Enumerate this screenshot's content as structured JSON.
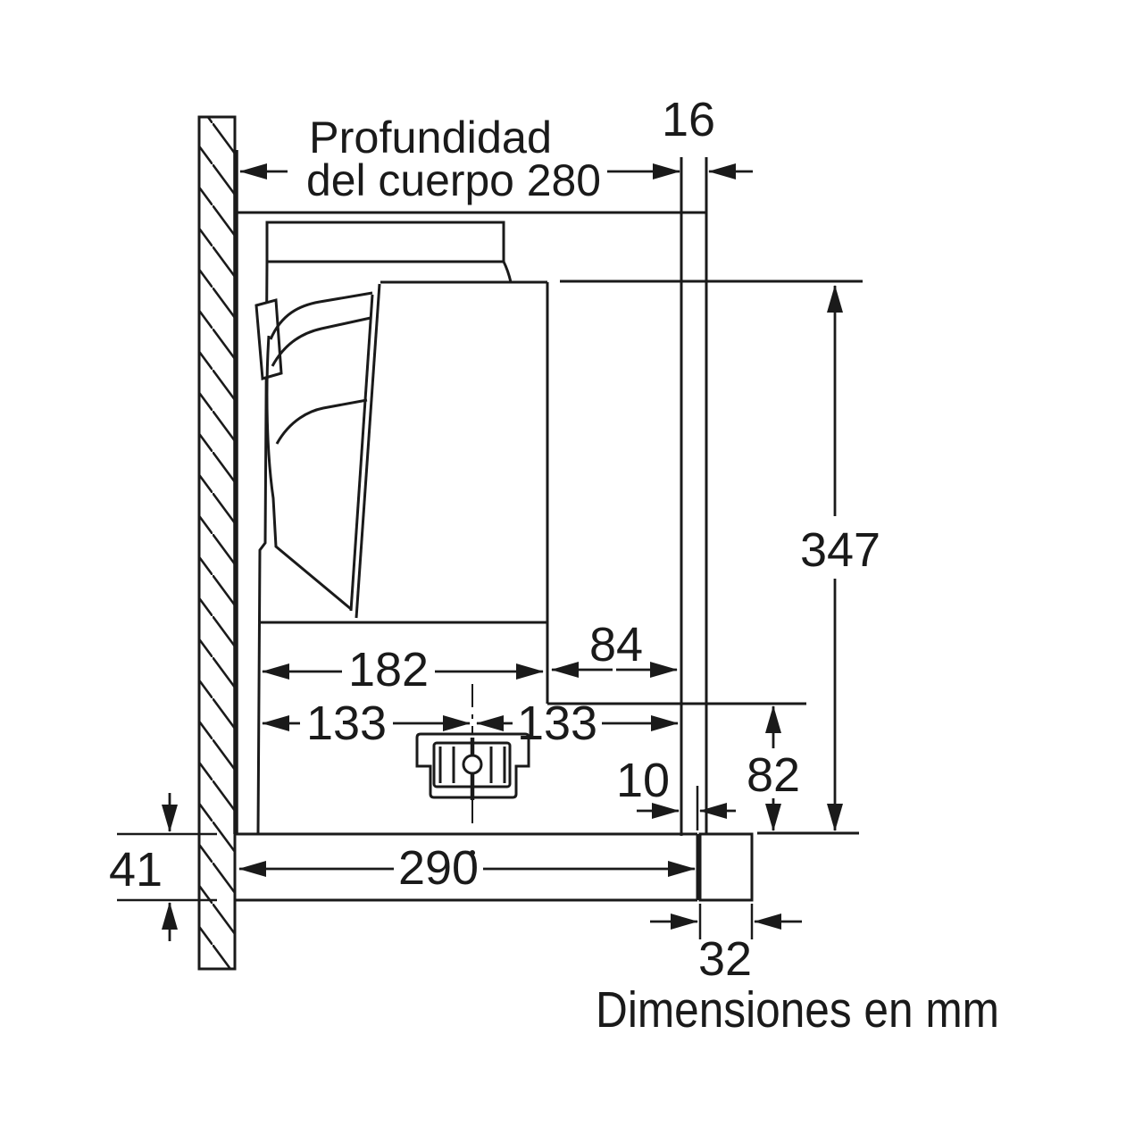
{
  "diagram": {
    "labels": {
      "body_depth_line1": "Profundidad",
      "body_depth_line2": "del cuerpo 280",
      "d16": "16",
      "d347": "347",
      "d84": "84",
      "d182": "182",
      "d133_left": "133",
      "d133_right": "133",
      "d10": "10",
      "d82": "82",
      "d290": "290",
      "d41": "41",
      "d32": "32",
      "footer_note": "Dimensiones en mm"
    },
    "colors": {
      "line": "#1a1a1a",
      "background": "#ffffff"
    }
  }
}
